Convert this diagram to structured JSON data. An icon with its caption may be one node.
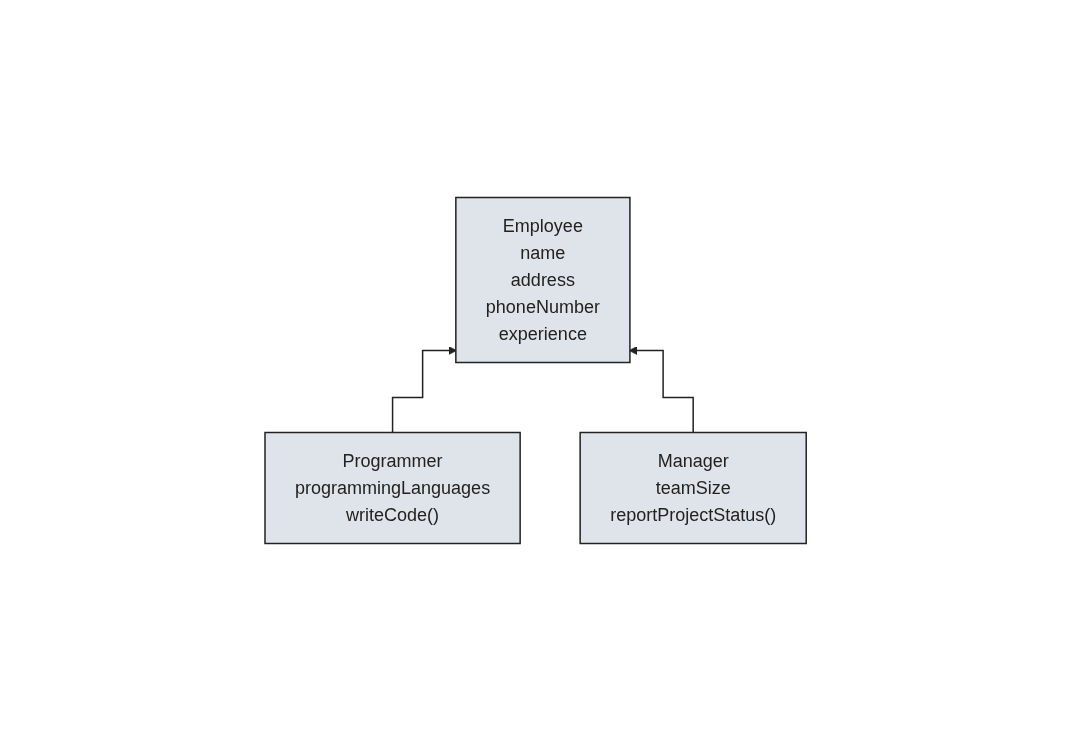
{
  "diagram": {
    "nodes": [
      {
        "text": [
          "Employee",
          "name",
          "address",
          "phoneNumber",
          "experience"
        ]
      },
      {
        "text": [
          "Programmer",
          "programmingLanguages",
          "writeCode()"
        ]
      },
      {
        "text": [
          "Manager",
          "teamSize",
          "reportProjectStatus()"
        ]
      }
    ],
    "edges": [
      {
        "from": 1,
        "to": 0,
        "arrow": "to"
      },
      {
        "from": 2,
        "to": 0,
        "arrow": "to"
      }
    ]
  }
}
